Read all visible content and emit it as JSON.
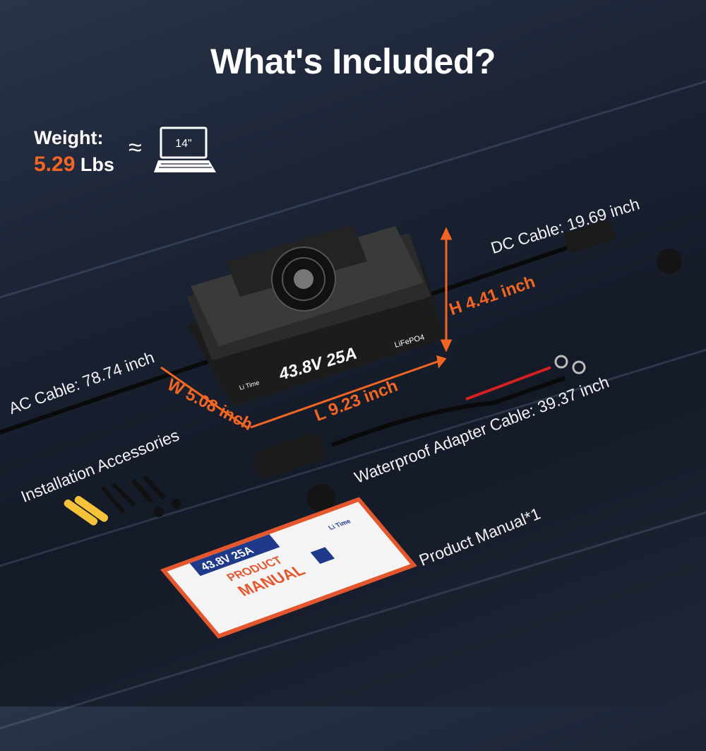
{
  "title": "What's Included?",
  "weight": {
    "label": "Weight:",
    "value": "5.29",
    "unit": "Lbs",
    "approx": "≈",
    "laptop_label": "14\""
  },
  "product": {
    "brand": "Li Time",
    "rating": "43.8V 25A",
    "chemistry": "LiFePO4"
  },
  "labels": {
    "dc_cable": "DC Cable: 19.69 inch",
    "height": "H 4.41 inch",
    "ac_cable": "AC Cable: 78.74 inch",
    "width": "W 5.08 inch",
    "length": "L 9.23 inch",
    "accessories": "Installation Accessories",
    "adapter_cable": "Waterproof Adapter Cable: 39.37 inch",
    "manual": "Product Manual*1"
  },
  "manual": {
    "rating": "43.8V 25A",
    "title_1": "PRODUCT",
    "title_2": "MANUAL",
    "brand": "Li Time"
  },
  "colors": {
    "accent": "#f26522",
    "manual_blue": "#1f3a8a"
  }
}
